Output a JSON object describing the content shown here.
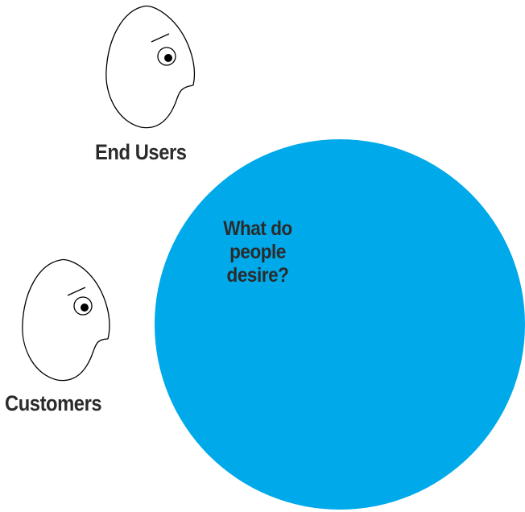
{
  "diagram": {
    "personas": [
      {
        "label": "End Users"
      },
      {
        "label": "Customers"
      }
    ],
    "circle": {
      "question": "What do people desire?",
      "color": "#00a9ea"
    },
    "line_color": "#000000",
    "text_color": "#2b2b2b"
  }
}
